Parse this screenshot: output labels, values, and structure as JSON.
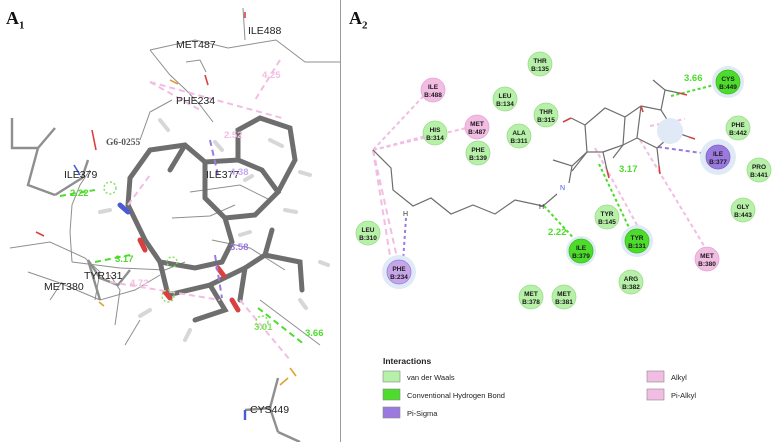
{
  "panels": {
    "a1": {
      "letter": "A",
      "sub": "1"
    },
    "a2": {
      "letter": "A",
      "sub": "2"
    }
  },
  "panel_a1": {
    "ligand_label": "G6-0255",
    "residues": [
      "MET487",
      "ILE488",
      "PHE234",
      "ILE379",
      "ILE377",
      "TYR131",
      "MET380",
      "CYS449"
    ],
    "distances": [
      "4.25",
      "2.52",
      "4.38",
      "2.22",
      "3.58",
      "3.17",
      "4.72",
      "3.66",
      "3.01"
    ]
  },
  "panel_a2": {
    "residues": [
      {
        "name": "ILE",
        "id": "B:488"
      },
      {
        "name": "THR",
        "id": "B:135"
      },
      {
        "name": "LEU",
        "id": "B:134"
      },
      {
        "name": "HIS",
        "id": "B:314"
      },
      {
        "name": "MET",
        "id": "B:487"
      },
      {
        "name": "THR",
        "id": "B:315"
      },
      {
        "name": "ALA",
        "id": "B:311"
      },
      {
        "name": "PHE",
        "id": "B:139"
      },
      {
        "name": "CYS",
        "id": "B:449"
      },
      {
        "name": "PHE",
        "id": "B:442"
      },
      {
        "name": "ILE",
        "id": "B:377"
      },
      {
        "name": "PRO",
        "id": "B:441"
      },
      {
        "name": "GLY",
        "id": "B:443"
      },
      {
        "name": "MET",
        "id": "B:380"
      },
      {
        "name": "TYR",
        "id": "B:145"
      },
      {
        "name": "TYR",
        "id": "B:131"
      },
      {
        "name": "ILE",
        "id": "B:379"
      },
      {
        "name": "ARG",
        "id": "B:382"
      },
      {
        "name": "LEU",
        "id": "B:310"
      },
      {
        "name": "PHE",
        "id": "B:234"
      },
      {
        "name": "MET",
        "id": "B:378"
      },
      {
        "name": "MET",
        "id": "B:381"
      }
    ],
    "distances": [
      "3.66",
      "3.17",
      "2.22"
    ],
    "atom_labels": {
      "nitrogen": "N",
      "hydrogen": "H"
    },
    "legend": {
      "title": "Interactions",
      "items": [
        {
          "label": "van der Waals",
          "color": "#b7f0a8"
        },
        {
          "label": "Conventional Hydrogen Bond",
          "color": "#4ddc2c"
        },
        {
          "label": "Pi-Sigma",
          "color": "#9b7ae0"
        },
        {
          "label": "Alkyl",
          "color": "#f2bde2"
        },
        {
          "label": "Pi-Alkyl",
          "color": "#f2bde2"
        }
      ]
    }
  }
}
